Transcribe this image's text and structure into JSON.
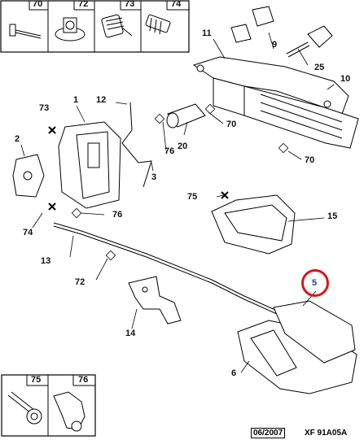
{
  "header_parts": {
    "p70": "70",
    "p72": "72",
    "p73": "73",
    "p74": "74"
  },
  "footer_parts": {
    "p75": "75",
    "p76": "76"
  },
  "callouts": {
    "c1": "1",
    "c2": "2",
    "c3": "3",
    "c5": "5",
    "c6": "6",
    "c9": "9",
    "c10": "10",
    "c11": "11",
    "c12": "12",
    "c13": "13",
    "c14": "14",
    "c15": "15",
    "c20": "20",
    "c25": "25",
    "c70a": "70",
    "c70b": "70",
    "c72": "72",
    "c73": "73",
    "c74": "74",
    "c75": "75",
    "c76a": "76",
    "c76b": "76"
  },
  "footer": {
    "date": "06/2007",
    "code": "XF 91A05A"
  },
  "highlight_color": "#d21a1a"
}
